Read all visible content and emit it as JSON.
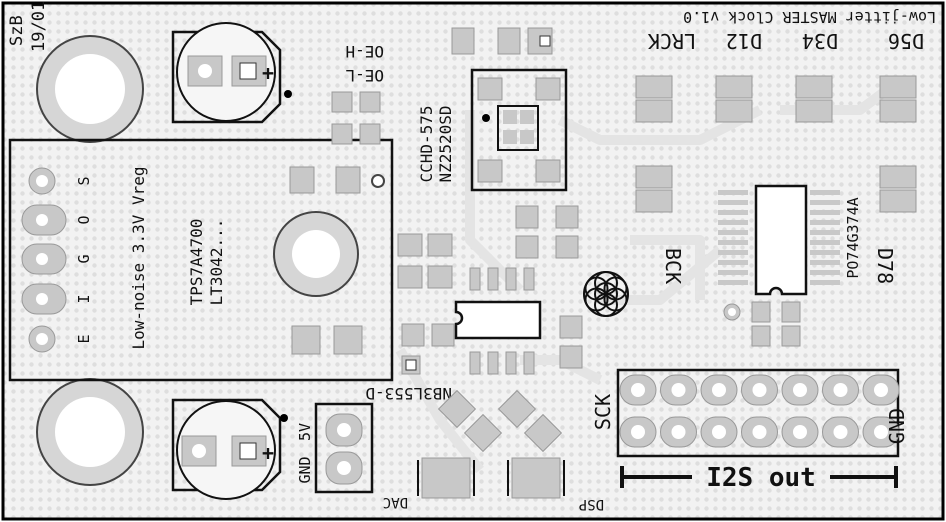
{
  "board": {
    "title": "Low-jitter MASTER Clock v1.0",
    "author": "SzB",
    "date": "19/01"
  },
  "oscillator": {
    "part1": "CCHD-575",
    "part2": "NZ2520SD",
    "oe_high": "OE-H",
    "oe_low": "OE-L"
  },
  "regulator": {
    "title": "Low-noise 3.3V Vreg",
    "part1": "TPS7A4700",
    "part2": "LT3042...",
    "pins": [
      "S",
      "O",
      "G",
      "I",
      "E"
    ]
  },
  "clock_outputs": [
    "LRCK",
    "D12",
    "D34",
    "D56",
    "D78"
  ],
  "bck_label": "BCK",
  "latch_part": "PO74G374A",
  "buffer_part": "NB3L553-D",
  "sck_label": "SCK",
  "gnd_label": "GND",
  "i2s_label": "I2S out",
  "power": {
    "gnd": "GND",
    "v5": "5V"
  },
  "jumpers": {
    "dac": "DAC",
    "dsp": "DSP"
  },
  "colors": {
    "board": "#f4f4f4",
    "pad": "#c8c8c8",
    "trace": "#e2e2e2",
    "outline": "#000000"
  }
}
